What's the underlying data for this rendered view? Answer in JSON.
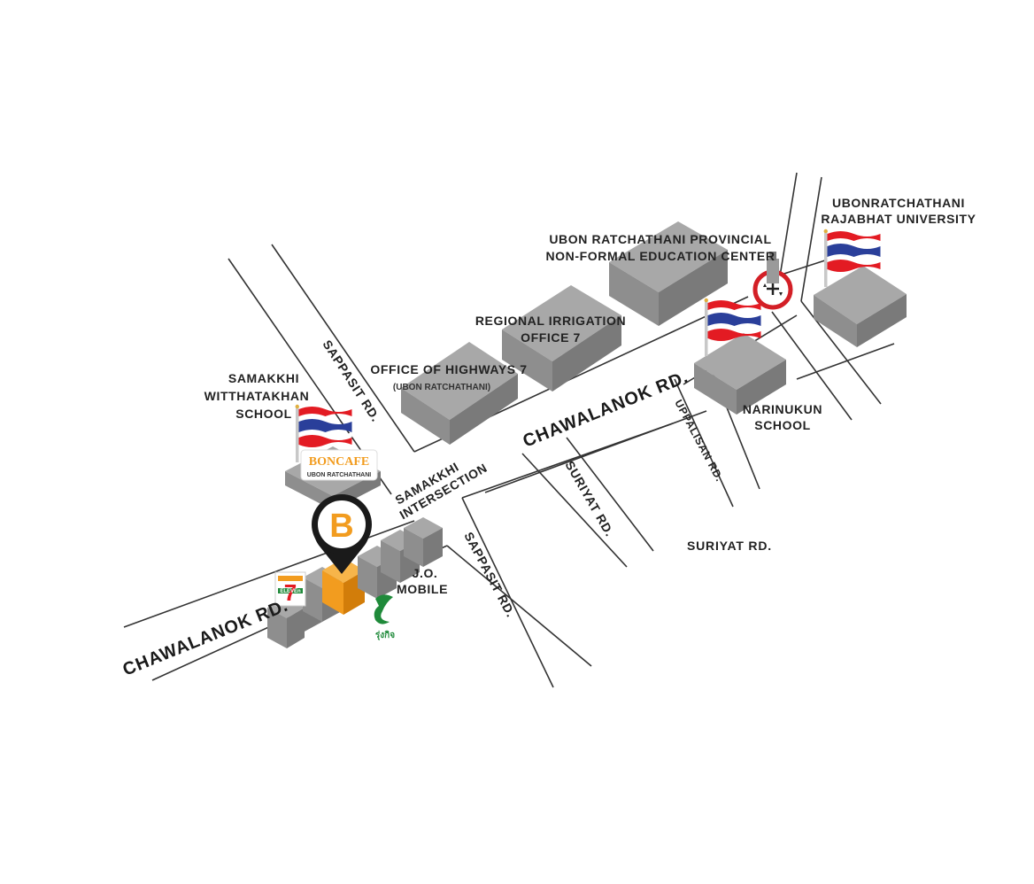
{
  "roads": {
    "chawalanok_main": "CHAWALANOK RD.",
    "chawalanok_left": "CHAWALANOK RD.",
    "sappasit_north": "SAPPASIT RD.",
    "sappasit_south": "SAPPASIT RD.",
    "suriyat_diag": "SURIYAT RD.",
    "suriyat_flat": "SURIYAT RD.",
    "uppalisan": "UPPALISAN RD."
  },
  "intersection": {
    "line1": "SAMAKKHI",
    "line2": "INTERSECTION"
  },
  "places": {
    "samakkhi_school": [
      "SAMAKKHI",
      "WITTHATAKHAN",
      "SCHOOL"
    ],
    "highways_office": [
      "OFFICE OF HIGHWAYS 7",
      "(UBON RATCHATHANI)"
    ],
    "irrigation_office": [
      "REGIONAL IRRIGATION",
      "OFFICE 7"
    ],
    "education_center": [
      "UBON RATCHATHANI PROVINCIAL",
      "NON-FORMAL EDUCATION CENTER"
    ],
    "university": [
      "UBONRATCHATHANI",
      "RAJABHAT UNIVERSITY"
    ],
    "narinukun_school": [
      "NARINUKUN",
      "SCHOOL"
    ],
    "jo_mobile": [
      "J.O.",
      "MOBILE"
    ]
  },
  "boncafe": {
    "name": "BONCAFE",
    "branch": "UBON RATCHATHANI",
    "pin_letter": "B"
  },
  "stores": {
    "seven_eleven_number": "7",
    "seven_eleven_word": "ELEVEn",
    "pharmacy_text": "รุ่งกิจ"
  },
  "colors": {
    "building_top": "#a8a8a8",
    "building_left": "#8e8e8e",
    "building_right": "#7a7a7a",
    "accent_orange": "#f29c1f",
    "flag_red": "#e31b23",
    "flag_blue": "#2a3f9a",
    "pin_black": "#1a1a1a",
    "pharmacy_green": "#1f8a3a"
  }
}
